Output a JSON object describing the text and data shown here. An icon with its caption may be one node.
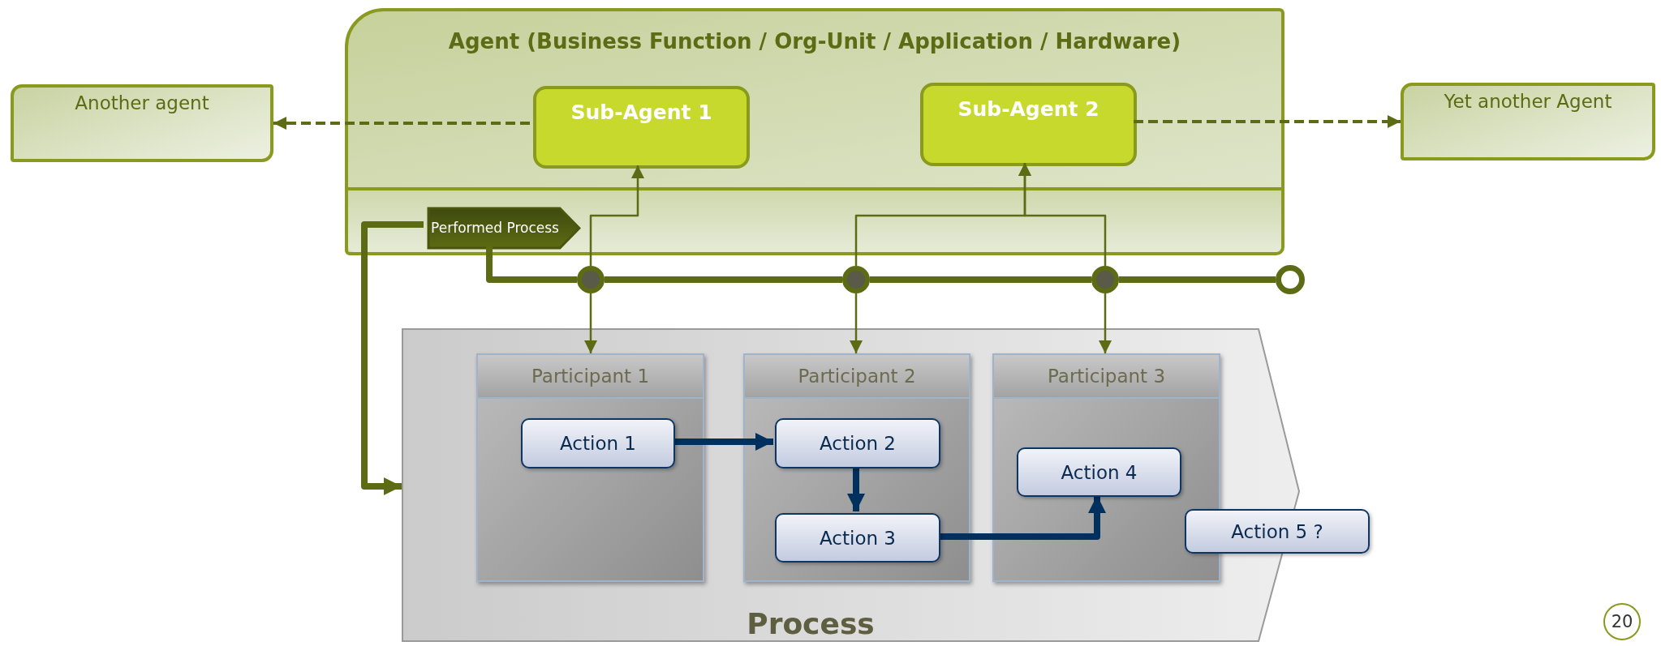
{
  "diagram": {
    "nodes": [
      {
        "text": [
          "Agent (Business Function / Org-Unit / Application / Hardware)"
        ]
      },
      {
        "text": [
          "Sub-Agent 1"
        ],
        "in": 0
      },
      {
        "text": [
          "Sub-Agent 2"
        ],
        "in": 0
      },
      {
        "text": [
          "Performed Process"
        ],
        "in": 0
      },
      {
        "text": [
          "Another agent"
        ]
      },
      {
        "text": [
          "Yet another Agent"
        ]
      },
      {
        "text": [
          "Process"
        ]
      },
      {
        "text": [
          "Participant 1"
        ],
        "in": 6
      },
      {
        "text": [
          "Participant 2"
        ],
        "in": 6
      },
      {
        "text": [
          "Participant 3"
        ],
        "in": 6
      },
      {
        "text": [
          "Action 1"
        ],
        "in": 7
      },
      {
        "text": [
          "Action 2"
        ],
        "in": 8
      },
      {
        "text": [
          "Action 3"
        ],
        "in": 8
      },
      {
        "text": [
          "Action 4"
        ],
        "in": 9
      },
      {
        "text": [
          "Action 5 ?"
        ]
      },
      {
        "text": [],
        "shape": "circle"
      },
      {
        "text": [],
        "shape": "circle"
      },
      {
        "text": [],
        "shape": "circle"
      },
      {
        "text": [],
        "shape": "circle"
      }
    ],
    "edges": [
      {
        "from": 1,
        "to": 4,
        "arrow": "to",
        "style": "dashed"
      },
      {
        "from": 2,
        "to": 5,
        "arrow": "to",
        "style": "dashed"
      },
      {
        "from": 3,
        "to": 15,
        "arrow": "none",
        "style": "thick"
      },
      {
        "from": 15,
        "to": 16,
        "arrow": "none",
        "style": "thick"
      },
      {
        "from": 16,
        "to": 17,
        "arrow": "none",
        "style": "thick"
      },
      {
        "from": 17,
        "to": 18,
        "arrow": "none",
        "style": "thick"
      },
      {
        "from": 15,
        "to": 1,
        "arrow": "to"
      },
      {
        "from": 16,
        "to": 2,
        "arrow": "to"
      },
      {
        "from": 17,
        "to": 2,
        "arrow": "to"
      },
      {
        "from": 15,
        "to": 7,
        "arrow": "to"
      },
      {
        "from": 16,
        "to": 8,
        "arrow": "to"
      },
      {
        "from": 17,
        "to": 9,
        "arrow": "to"
      },
      {
        "from": 3,
        "to": 6,
        "arrow": "to",
        "style": "thick"
      },
      {
        "from": 10,
        "to": 11,
        "arrow": "to",
        "style": "thick",
        "color": "#00305e"
      },
      {
        "from": 11,
        "to": 12,
        "arrow": "to",
        "style": "thick",
        "color": "#00305e"
      },
      {
        "from": 12,
        "to": 13,
        "arrow": "to",
        "style": "thick",
        "color": "#00305e"
      }
    ],
    "labels": [
      "20"
    ]
  }
}
